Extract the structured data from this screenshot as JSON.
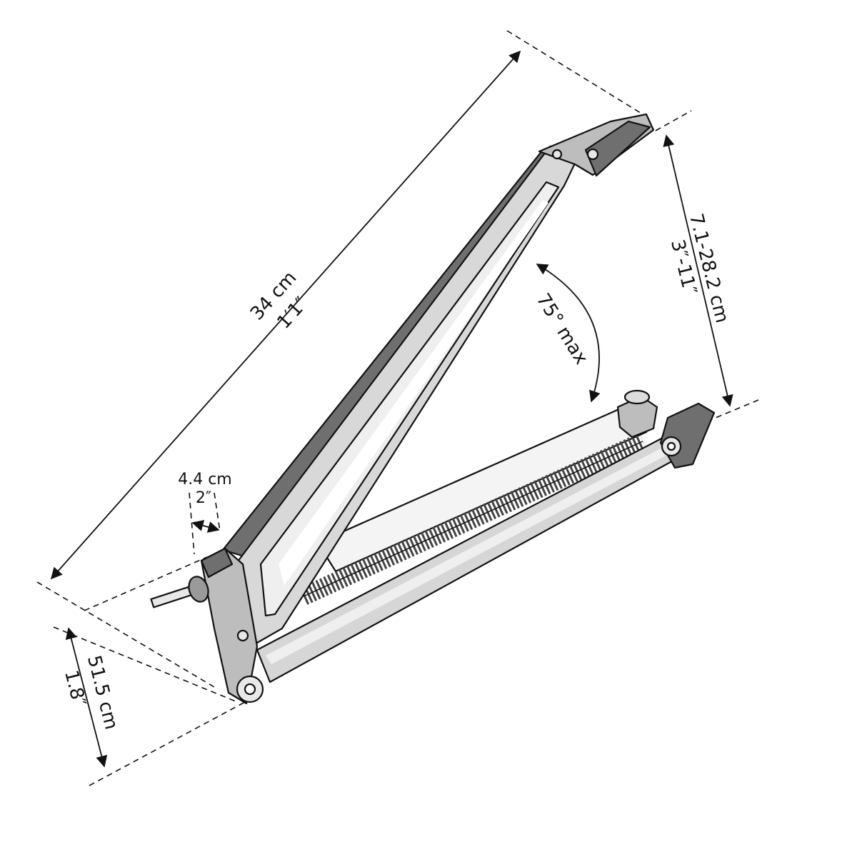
{
  "figure": {
    "subject": "Microphone boom arm",
    "colors": {
      "outline": "#111111",
      "metal_light": "#e4e4e4",
      "metal_mid": "#bdbdbd",
      "metal_dark": "#6f6f6f",
      "highlight": "#f6f6f6",
      "background": "#ffffff"
    }
  },
  "dimensions": {
    "arm_length": {
      "metric": "34 cm",
      "imperial": "1′1″"
    },
    "height_range": {
      "metric": "7.1-28.2 cm",
      "imperial": "3″-11″"
    },
    "angle": {
      "label": "75° max"
    },
    "clamp_width": {
      "metric": "4.4 cm",
      "imperial": "2″"
    },
    "base_depth": {
      "metric": "51.5 cm",
      "imperial": "1.8″"
    }
  }
}
